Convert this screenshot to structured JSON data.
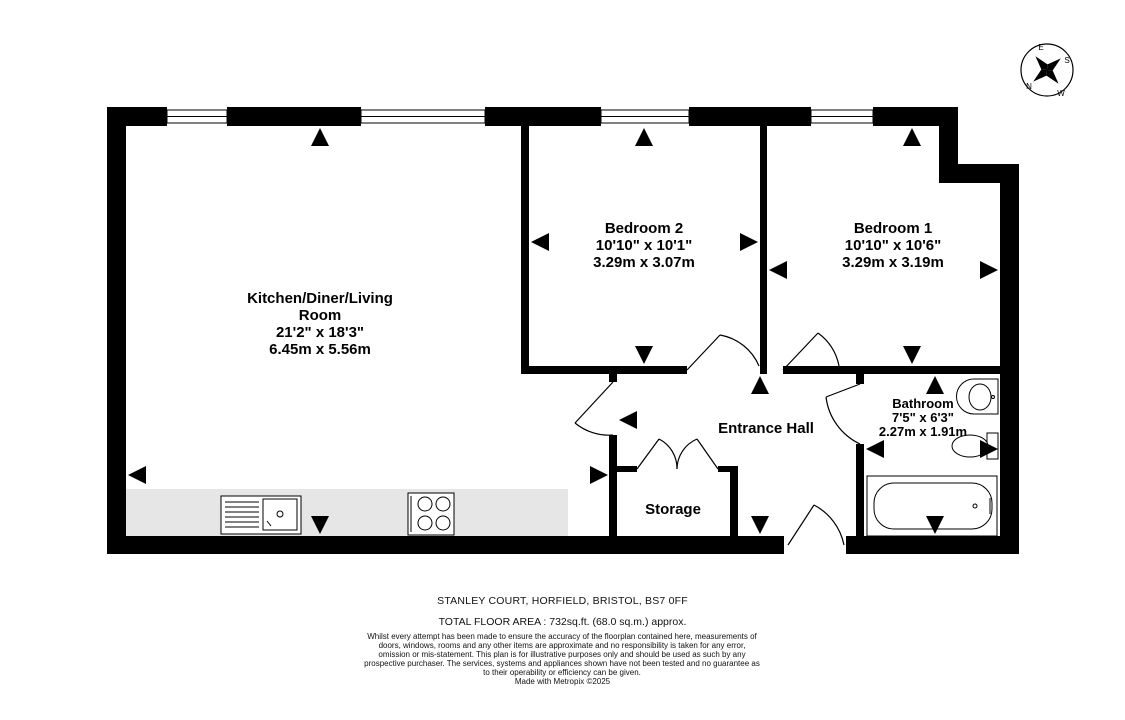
{
  "rooms": {
    "kitchen": {
      "name_line1": "Kitchen/Diner/Living",
      "name_line2": "Room",
      "imperial": "21'2\"  x 18'3\"",
      "metric": "6.45m  x 5.56m"
    },
    "bedroom2": {
      "name": "Bedroom 2",
      "imperial": "10'10\"  x 10'1\"",
      "metric": "3.29m  x 3.07m"
    },
    "bedroom1": {
      "name": "Bedroom 1",
      "imperial": "10'10\"  x 10'6\"",
      "metric": "3.29m  x 3.19m"
    },
    "bathroom": {
      "name": "Bathroom",
      "imperial": "7'5\"  x 6'3\"",
      "metric": "2.27m  x 1.91m"
    },
    "entrance": {
      "name": "Entrance Hall"
    },
    "storage": {
      "name": "Storage"
    }
  },
  "compass": {
    "letters": [
      "N",
      "E",
      "S",
      "W"
    ],
    "icon": "compass-rose-icon"
  },
  "footer": {
    "address": "STANLEY COURT, HORFIELD, BRISTOL, BS7 0FF",
    "total_area": "TOTAL FLOOR AREA : 732sq.ft. (68.0 sq.m.) approx.",
    "disclaimer": "Whilst every attempt has been made to ensure the accuracy of the floorplan contained here, measurements of doors, windows, rooms and any other items are approximate and no responsibility is taken for any error, omission or mis-statement. This plan is for illustrative purposes only and should be used as such by any prospective purchaser. The services, systems and appliances shown have not been tested and no guarantee as to their operability or efficiency can be given.",
    "made_with": "Made with Metropix ©2025"
  },
  "colors": {
    "wall": "#000000",
    "counter": "#e6e6e6",
    "background": "#ffffff"
  }
}
